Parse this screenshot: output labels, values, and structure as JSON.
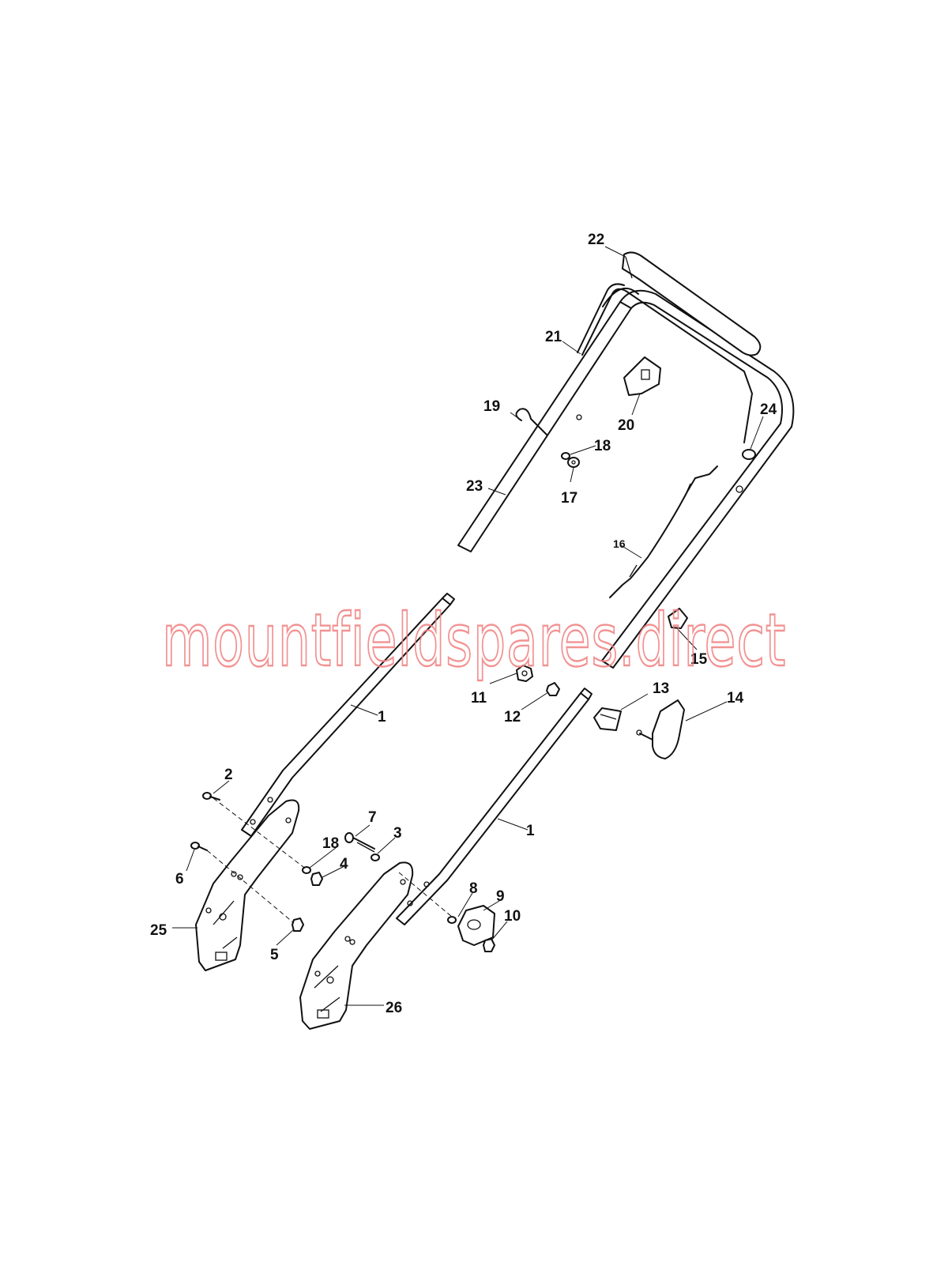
{
  "watermark": "mountfieldspares.direct",
  "callouts": {
    "c1a": "1",
    "c1b": "1",
    "c2": "2",
    "c3": "3",
    "c4": "4",
    "c5": "5",
    "c6": "6",
    "c7": "7",
    "c8": "8",
    "c9": "9",
    "c10": "10",
    "c11": "11",
    "c12": "12",
    "c13": "13",
    "c14": "14",
    "c15": "15",
    "c16": "16",
    "c17": "17",
    "c18a": "18",
    "c18b": "18",
    "c19": "19",
    "c20": "20",
    "c21": "21",
    "c22": "22",
    "c23": "23",
    "c24": "24",
    "c25": "25",
    "c26": "26"
  },
  "colors": {
    "line": "#111111",
    "watermark": "#f08080",
    "background": "#ffffff"
  }
}
